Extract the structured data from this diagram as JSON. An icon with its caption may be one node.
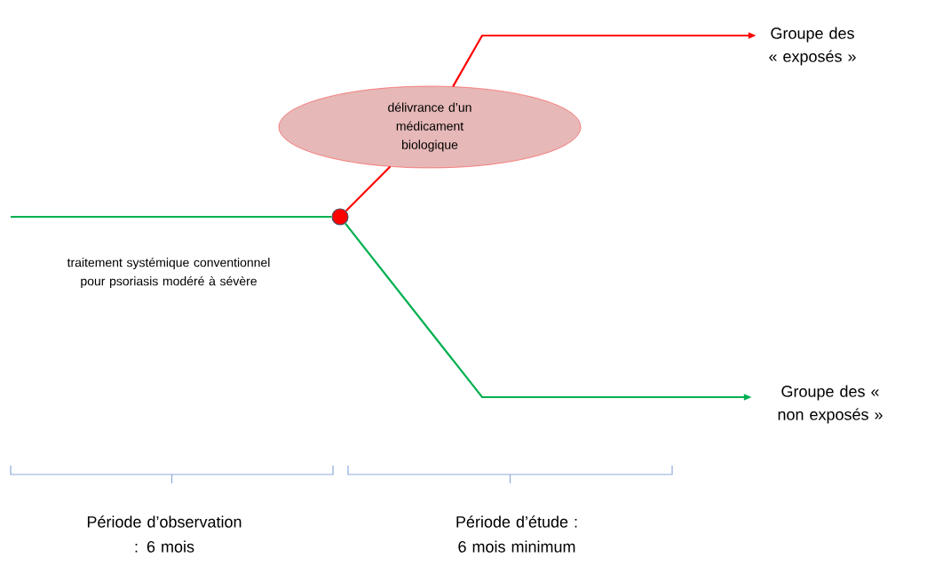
{
  "diagram": {
    "nodes": [
      {
        "text": [],
        "shape": "circle"
      },
      {
        "text": [
          "délivrance d’un médicament biologique"
        ]
      },
      {
        "text": [
          "Groupe des « exposés »"
        ]
      },
      {
        "text": [
          "Groupe des « non exposés »"
        ]
      }
    ],
    "edges": [
      {
        "from": null,
        "to": 0,
        "arrow": "none",
        "color": "#00b050",
        "label": "traitement systémique conventionnel pour psoriasis modéré à sévère"
      },
      {
        "from": 0,
        "to": 1,
        "arrow": "none",
        "color": "#ff0000"
      },
      {
        "from": 1,
        "to": 2,
        "arrow": "to",
        "color": "#ff0000"
      },
      {
        "from": 0,
        "to": 3,
        "arrow": "to",
        "color": "#00b050"
      }
    ],
    "labels": [
      "Période d’observation : 6 mois",
      "Période d’étude : 6 mois minimum"
    ]
  }
}
